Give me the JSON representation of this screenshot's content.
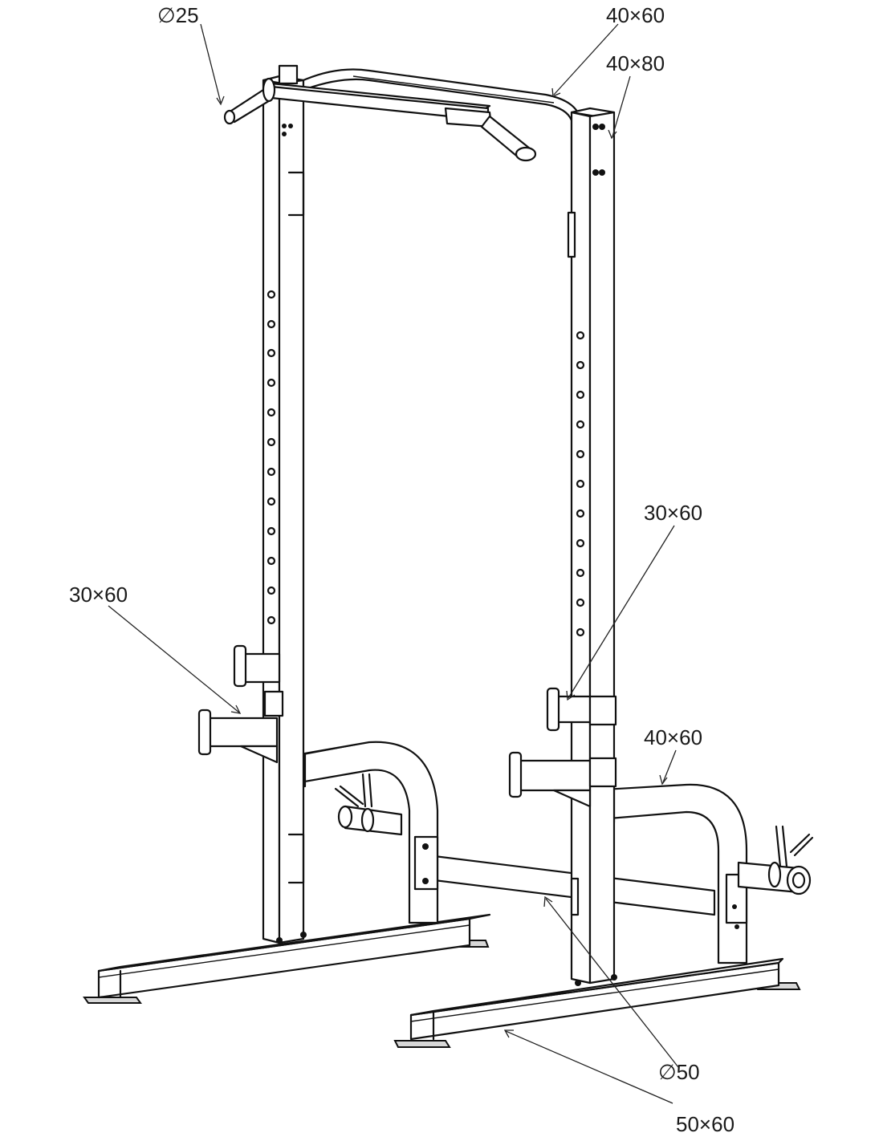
{
  "labels": {
    "top_bar_diameter": "∅25",
    "top_crossbar": "40×60",
    "upright": "40×80",
    "right_safety_arm": "30×60",
    "left_safety_arm": "30×60",
    "right_plate_holder_frame": "40×60",
    "rear_bar_diameter": "∅50",
    "base_tube": "50×60"
  }
}
